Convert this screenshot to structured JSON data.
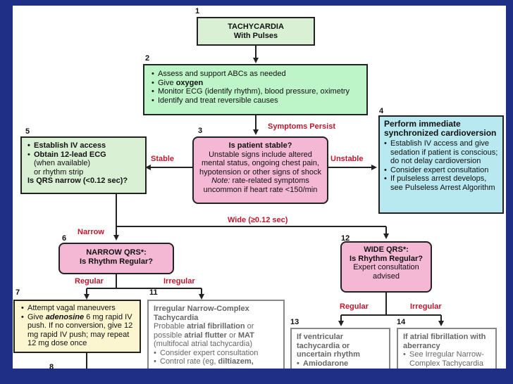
{
  "step_numbers": {
    "s1": "1",
    "s2": "2",
    "s3": "3",
    "s4": "4",
    "s5": "5",
    "s6": "6",
    "s7": "7",
    "s8": "8",
    "s11": "11",
    "s12": "12",
    "s13": "13",
    "s14": "14"
  },
  "box1": {
    "title": "TACHYCARDIA",
    "subtitle": "With Pulses"
  },
  "box2": {
    "items": [
      {
        "pre": "Assess and support ABCs as needed",
        "bold": "",
        "post": ""
      },
      {
        "pre": "Give ",
        "bold": "oxygen",
        "post": ""
      },
      {
        "pre": "Monitor ECG (identify rhythm), blood pressure, oximetry",
        "bold": "",
        "post": ""
      },
      {
        "pre": "Identify and treat reversible causes",
        "bold": "",
        "post": ""
      }
    ]
  },
  "box3": {
    "title": "Is patient stable?",
    "line1": "Unstable signs include altered",
    "line2": "mental status, ongoing chest pain,",
    "line3": "hypotension or other signs of shock",
    "note_label": "Note:",
    "note_text": " rate-related symptoms",
    "line5": "uncommon if heart rate <150/min"
  },
  "box4": {
    "title1": "Perform immediate",
    "title2": "synchronized cardioversion",
    "items": [
      "Establish IV access and give sedation if patient is conscious; do not delay cardioversion",
      "Consider expert consultation",
      "If pulseless arrest develops, see Pulseless Arrest Algorithm"
    ]
  },
  "box5": {
    "item1": "Establish IV access",
    "item2": "Obtain 12-lead ECG",
    "item2b": "(when available)",
    "item2c": "or rhythm strip",
    "question": "Is QRS narrow (<0.12 sec)?"
  },
  "box6": {
    "title": "NARROW QRS*:",
    "question": "Is Rhythm Regular?"
  },
  "box7": {
    "item1": "Attempt vagal maneuvers",
    "item2_pre": "Give ",
    "item2_drug": "adenosine",
    "item2_post": " 6 mg rapid IV push. If no conversion, give 12 mg rapid IV push; may repeat 12 mg dose once"
  },
  "box11": {
    "title1": "Irregular Narrow-Complex",
    "title2": "Tachycardia",
    "p1": "Probable ",
    "p1b": "atrial fibrillation",
    "p1c": " or",
    "p2": "possible ",
    "p2b": "atrial flutter",
    "p2c": " or ",
    "p2d": "MAT",
    "p3": "(multifocal atrial tachycardia)",
    "item1": "Consider expert consultation",
    "item2_pre": "Control rate (eg, ",
    "item2_bold": "diltiazem,",
    "item2_post": ""
  },
  "box12": {
    "title": "WIDE QRS*:",
    "question": "Is Rhythm Regular?",
    "line3": "Expert consultation",
    "line4": "advised"
  },
  "box13": {
    "line1": "If ventricular",
    "line2": "tachycardia or",
    "line3": "uncertain rhythm",
    "item1": "Amiodarone"
  },
  "box14": {
    "line1": "If atrial fibrillation with",
    "line2": "aberrancy",
    "item1": "See Irregular Narrow-Complex Tachycardia"
  },
  "labels": {
    "symptoms_persist": "Symptoms Persist",
    "stable": "Stable",
    "unstable": "Unstable",
    "wide": "Wide (≥0.12 sec)",
    "narrow": "Narrow",
    "regular_left": "Regular",
    "irregular_left": "Irregular",
    "regular_right": "Regular",
    "irregular_right": "Irregular"
  },
  "colors": {
    "frame": "#1f2f86",
    "green": "#d9f0d5",
    "green_bright": "#bdf5c8",
    "blue": "#b8e8f0",
    "pink": "#f4b8d4",
    "yellow": "#fbf6cf",
    "grey_box": "#ffffff",
    "label_red": "#c0172c",
    "line": "#222222"
  }
}
